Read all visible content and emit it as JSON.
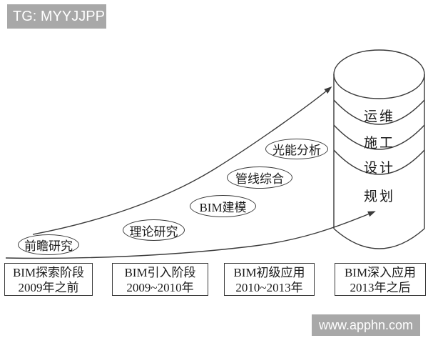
{
  "watermark_top": {
    "label": "TG: MYYJJPP"
  },
  "watermark_bottom": {
    "label": "www.apphn.com"
  },
  "diagram": {
    "milestones": [
      {
        "label": "前瞻研究"
      },
      {
        "label": "理论研究"
      },
      {
        "label": "BIM建模"
      },
      {
        "label": "管线综合"
      },
      {
        "label": "光能分析"
      }
    ],
    "cylinder": {
      "layers": [
        {
          "label": "运维"
        },
        {
          "label": "施工"
        },
        {
          "label": "设计"
        },
        {
          "label": "规划"
        }
      ]
    },
    "stages": [
      {
        "name": "BIM探索阶段",
        "period": "2009年之前"
      },
      {
        "name": "BIM引入阶段",
        "period": "2009~2010年"
      },
      {
        "name": "BIM初级应用",
        "period": "2010~2013年"
      },
      {
        "name": "BIM深入应用",
        "period": "2013年之后"
      }
    ],
    "colors": {
      "line": "#3a3a3a",
      "watermark_bg": "#a8a8a8",
      "watermark_text": "#ffffff"
    }
  }
}
